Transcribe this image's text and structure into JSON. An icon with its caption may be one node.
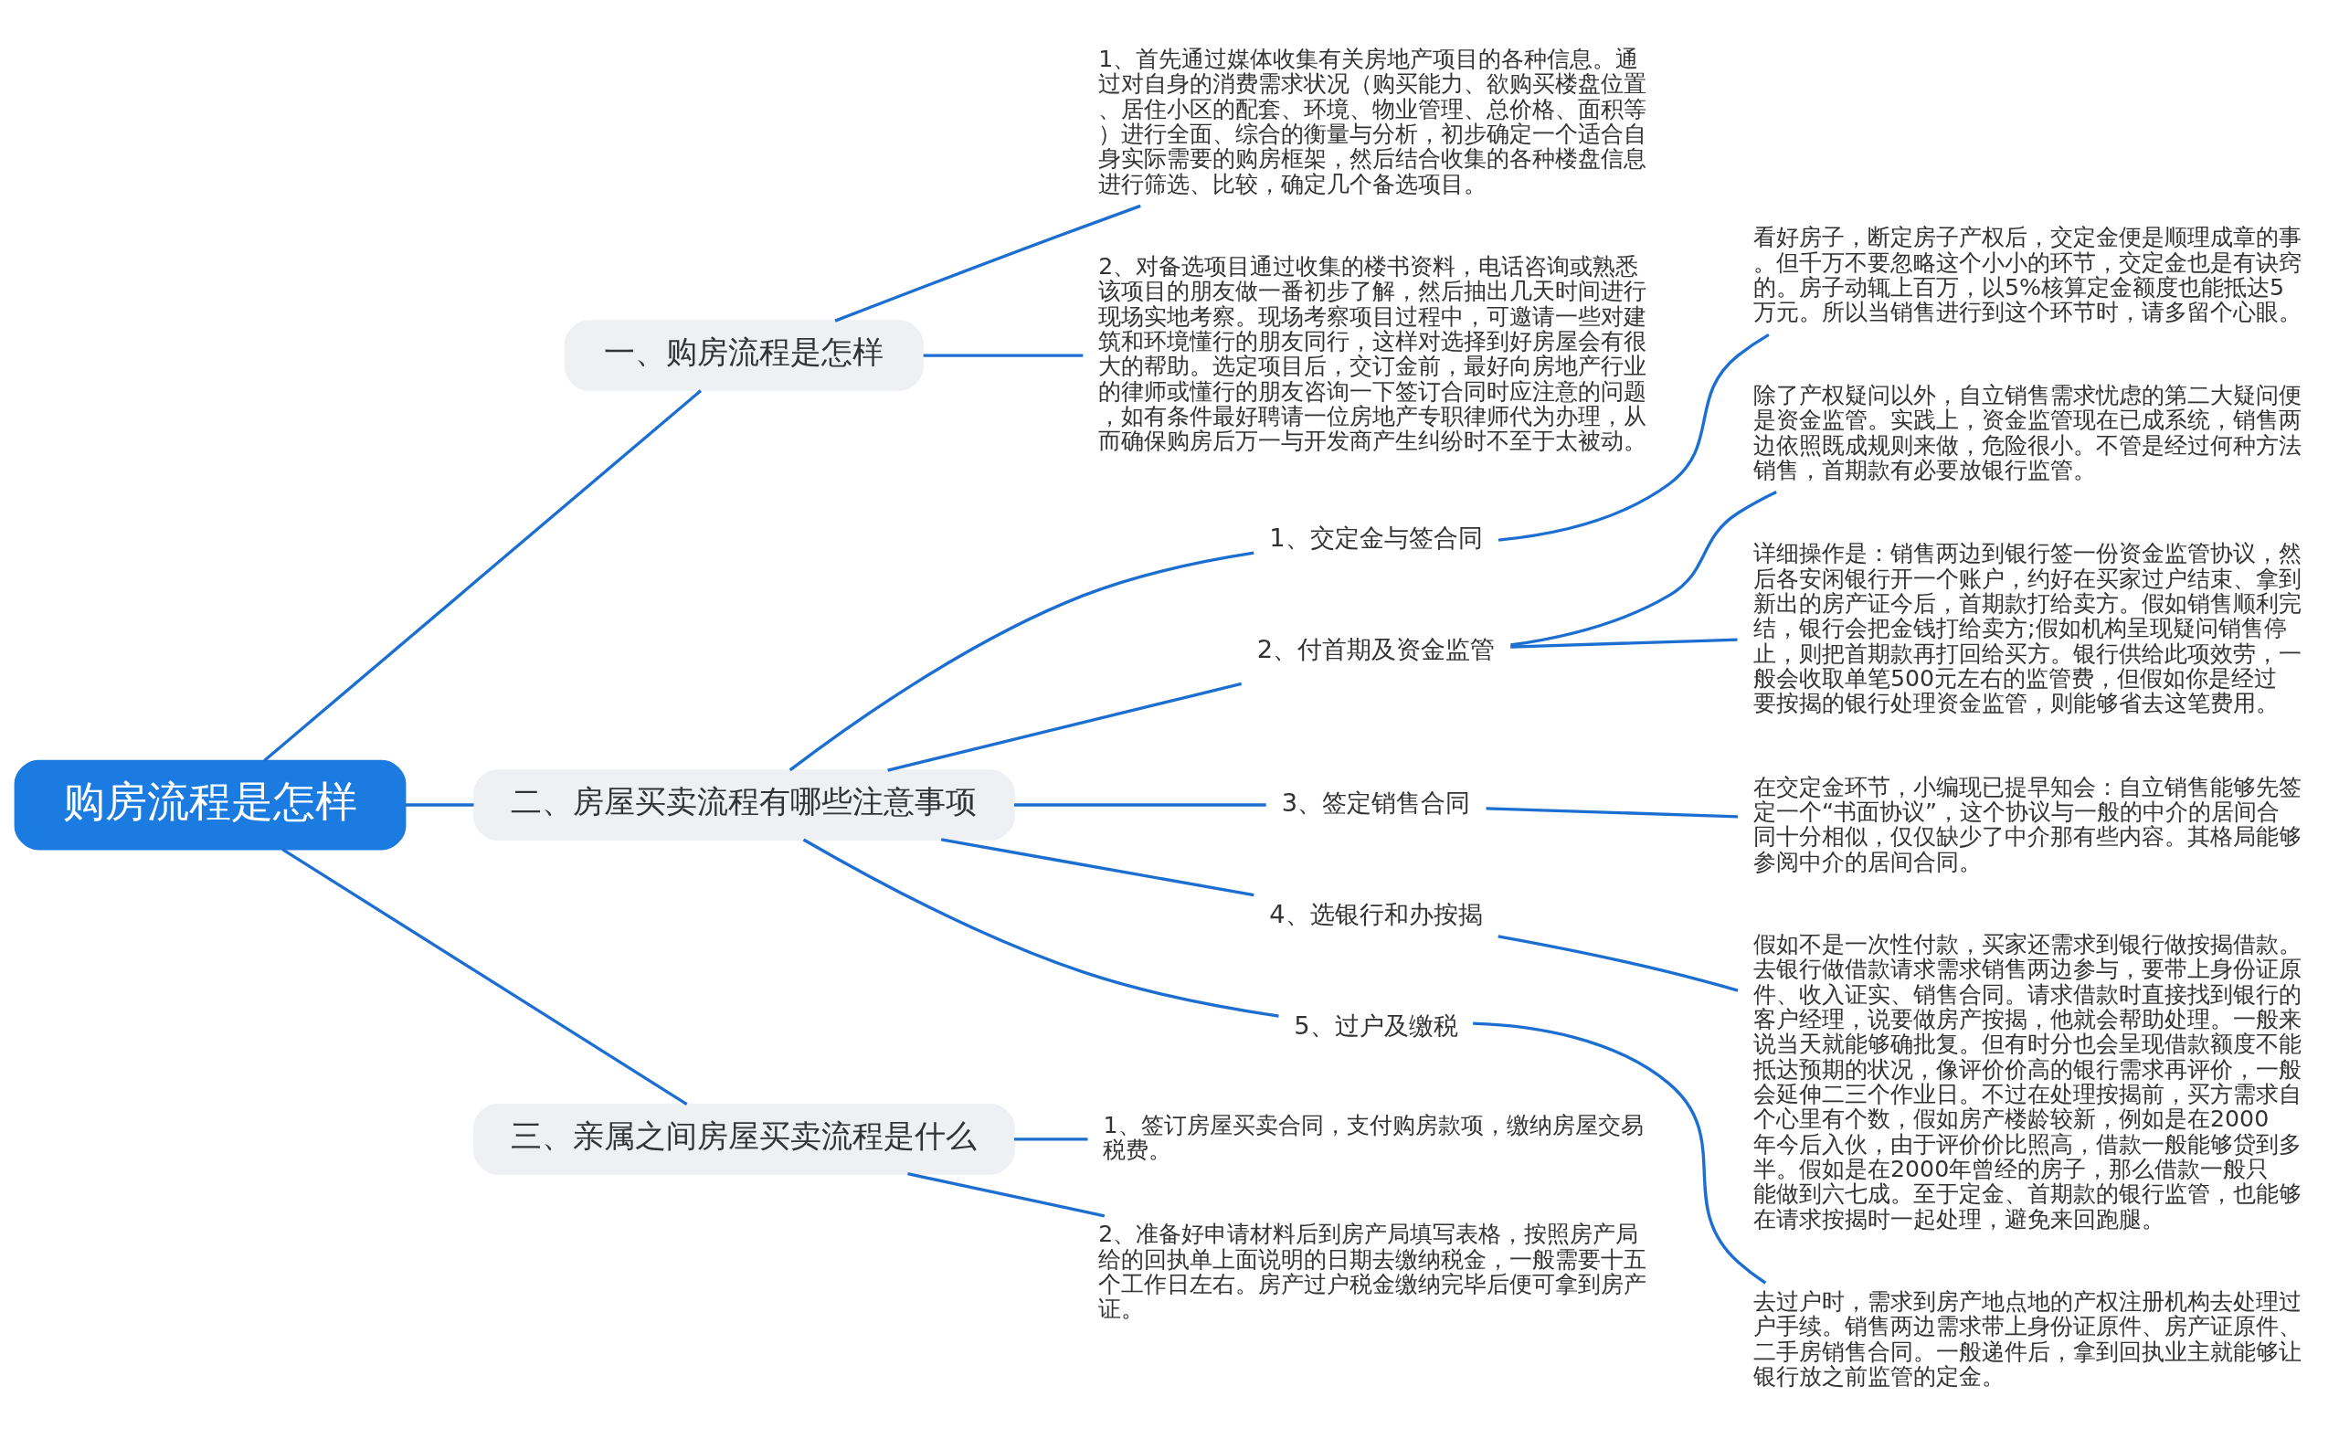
{
  "diagram": {
    "nodes": [
      {
        "text": [
          "购房流程是怎样"
        ]
      },
      {
        "text": [
          "一、购房流程是怎样"
        ]
      },
      {
        "text": [
          "1、首先通过媒体收集有关房地产项目的各种信息。通过对自身的消费需求状况（购买能力、欲购买楼盘位置、居住小区的配套、环境、物业管理、总价格、面积等）进行全面、综合的衡量与分析，初步确定一个适合自身实际需要的购房框架，然后结合收集的各种楼盘信息进行筛选、比较，确定几个备选项目。"
        ]
      },
      {
        "text": [
          "2、对备选项目通过收集的楼书资料，电话咨询或熟悉该项目的朋友做一番初步了解，然后抽出几天时间进行现场实地考察。现场考察项目过程中，可邀请一些对建筑和环境懂行的朋友同行，这样对选择到好房屋会有很大的帮助。选定项目后，交订金前，最好向房地产行业的律师或懂行的朋友咨询一下签订合同时应注意的问题，如有条件最好聘请一位房地产专职律师代为办理，从而确保购房后万一与开发商产生纠纷时不至于太被动。"
        ]
      },
      {
        "text": [
          "二、房屋买卖流程有哪些注意事项"
        ]
      },
      {
        "text": [
          "1、交定金与签合同"
        ]
      },
      {
        "text": [
          "看好房子，断定房子产权后，交定金便是顺理成章的事。但千万不要忽略这个小小的环节，交定金也是有诀窍的。房子动辄上百万，以5%核算定金额度也能抵达5万元。所以当销售进行到这个环节时，请多留个心眼。"
        ]
      },
      {
        "text": [
          "2、付首期及资金监管"
        ]
      },
      {
        "text": [
          "除了产权疑问以外，自立销售需求忧虑的第二大疑问便是资金监管。实践上，资金监管现在已成系统，销售两边依照既成规则来做，危险很小。不管是经过何种方法销售，首期款有必要放银行监管。"
        ]
      },
      {
        "text": [
          "详细操作是：销售两边到银行签一份资金监管协议，然后各安闲银行开一个账户，约好在买家过户结束、拿到新出的房产证今后，首期款打给卖方。假如销售顺利完结，银行会把金钱打给卖方;假如机构呈现疑问销售停止，则把首期款再打回给买方。银行供给此项效劳，一般会收取单笔500元左右的监管费，但假如你是经过要按揭的银行处理资金监管，则能够省去这笔费用。"
        ]
      },
      {
        "text": [
          "3、签定销售合同"
        ]
      },
      {
        "text": [
          "在交定金环节，小编现已提早知会：自立销售能够先签定一个“书面协议”，这个协议与一般的中介的居间合同十分相似，仅仅缺少了中介那有些内容。其格局能够参阅中介的居间合同。"
        ]
      },
      {
        "text": [
          "4、选银行和办按揭"
        ]
      },
      {
        "text": [
          "假如不是一次性付款，买家还需求到银行做按揭借款。去银行做借款请求需求销售两边参与，要带上身份证原件、收入证实、销售合同。请求借款时直接找到银行的客户经理，说要做房产按揭，他就会帮助处理。一般来说当天就能够确批复。但有时分也会呈现借款额度不能抵达预期的状况，像评价价高的银行需求再评价，一般会延伸二三个作业日。不过在处理按揭前，买方需求自个心里有个数，假如房产楼龄较新，例如是在2000年今后入伙，由于评价价比照高，借款一般能够贷到多半。假如是在2000年曾经的房子，那么借款一般只能做到六七成。至于定金、首期款的银行监管，也能够在请求按揭时一起处理，避免来回跑腿。"
        ]
      },
      {
        "text": [
          "5、过户及缴税"
        ]
      },
      {
        "text": [
          "去过户时，需求到房产地点地的产权注册机构去处理过户手续。销售两边需求带上身份证原件、房产证原件、二手房销售合同。一般递件后，拿到回执业主就能够让银行放之前监管的定金。"
        ]
      },
      {
        "text": [
          "三、亲属之间房屋买卖流程是什么"
        ]
      },
      {
        "text": [
          "1、签订房屋买卖合同，支付购房款项，缴纳房屋交易税费。"
        ]
      },
      {
        "text": [
          "2、准备好申请材料后到房产局填写表格，按照房产局给的回执单上面说明的日期去缴纳税金，一般需要十五个工作日左右。房产过户税金缴纳完毕后便可拿到房产证。"
        ]
      }
    ],
    "edges": [
      {
        "from": 0,
        "to": 1,
        "arrow": "none"
      },
      {
        "from": 1,
        "to": 2,
        "arrow": "none"
      },
      {
        "from": 1,
        "to": 3,
        "arrow": "none"
      },
      {
        "from": 0,
        "to": 4,
        "arrow": "none"
      },
      {
        "from": 4,
        "to": 5,
        "arrow": "none"
      },
      {
        "from": 5,
        "to": 6,
        "arrow": "none"
      },
      {
        "from": 4,
        "to": 7,
        "arrow": "none"
      },
      {
        "from": 7,
        "to": 8,
        "arrow": "none"
      },
      {
        "from": 7,
        "to": 9,
        "arrow": "none"
      },
      {
        "from": 4,
        "to": 10,
        "arrow": "none"
      },
      {
        "from": 10,
        "to": 11,
        "arrow": "none"
      },
      {
        "from": 4,
        "to": 12,
        "arrow": "none"
      },
      {
        "from": 12,
        "to": 13,
        "arrow": "none"
      },
      {
        "from": 4,
        "to": 14,
        "arrow": "none"
      },
      {
        "from": 14,
        "to": 15,
        "arrow": "none"
      },
      {
        "from": 0,
        "to": 16,
        "arrow": "none"
      },
      {
        "from": 16,
        "to": 17,
        "arrow": "none"
      },
      {
        "from": 16,
        "to": 18,
        "arrow": "none"
      }
    ]
  }
}
